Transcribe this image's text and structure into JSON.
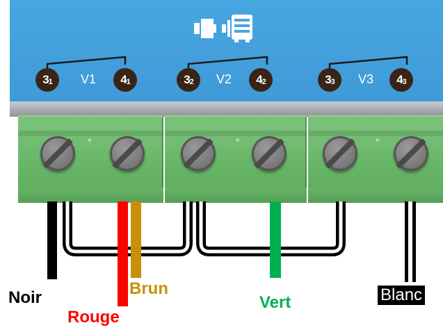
{
  "icon": "motor-icon",
  "channels": [
    {
      "v": "V1",
      "left": {
        "main": "3",
        "sub": "1"
      },
      "right": {
        "main": "4",
        "sub": "1"
      }
    },
    {
      "v": "V2",
      "left": {
        "main": "3",
        "sub": "2"
      },
      "right": {
        "main": "4",
        "sub": "2"
      }
    },
    {
      "v": "V3",
      "left": {
        "main": "3",
        "sub": "3"
      },
      "right": {
        "main": "4",
        "sub": "3"
      }
    }
  ],
  "wires": {
    "noir": {
      "label": "Noir",
      "color": "#000000"
    },
    "rouge": {
      "label": "Rouge",
      "color": "#ff0000"
    },
    "brun": {
      "label": "Brun",
      "color": "#c8900a"
    },
    "vert": {
      "label": "Vert",
      "color": "#00b050"
    },
    "blanc": {
      "label": "Blanc",
      "color": "#ffffff"
    }
  }
}
